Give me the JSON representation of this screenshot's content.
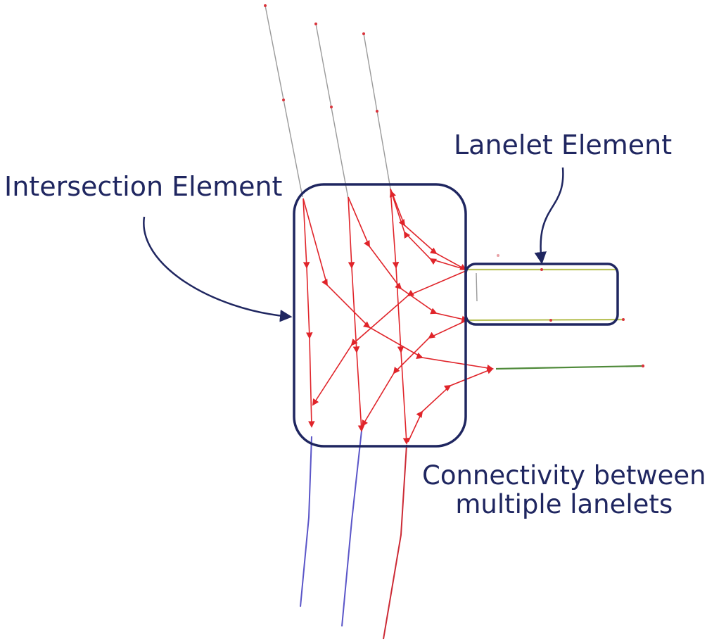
{
  "labels": {
    "intersection": "Intersection Element",
    "lanelet": "Lanelet Element",
    "connectivity_line1": "Connectivity between",
    "connectivity_line2": "multiple lanelets"
  },
  "colors": {
    "outline": "#1f2660",
    "connector": "#e0242a",
    "incoming_lane": "#9a9a9a",
    "outgoing_lane": "#5a55c8",
    "red_lane": "#cc2a35",
    "lanelet_lane": "#b9c25a",
    "east_lane": "#4f8a3a"
  }
}
